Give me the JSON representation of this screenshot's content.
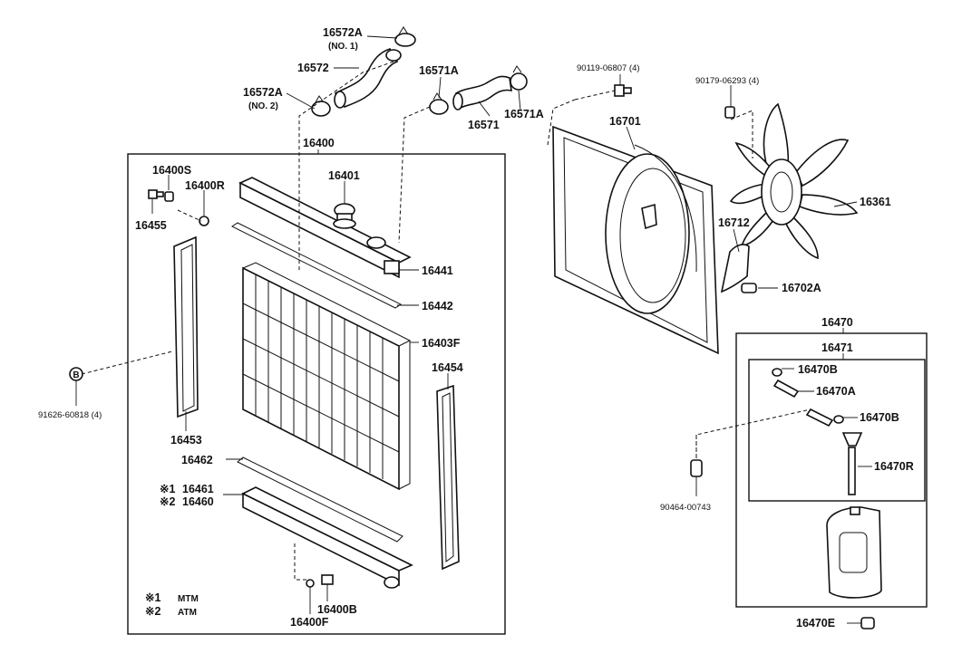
{
  "labels": {
    "p16572A_no1": "16572A",
    "p16572A_no1_note": "(NO. 1)",
    "p16572": "16572",
    "p16572A_no2": "16572A",
    "p16572A_no2_note": "(NO. 2)",
    "p16571A_top": "16571A",
    "p16571": "16571",
    "p16571A_right": "16571A",
    "p90119": "90119-06807 (4)",
    "p90179": "90179-06293 (4)",
    "p16400": "16400",
    "p16701": "16701",
    "p16400S": "16400S",
    "p16401": "16401",
    "p16400R": "16400R",
    "p16455": "16455",
    "p16361": "16361",
    "p16712": "16712",
    "p16441": "16441",
    "p16702A": "16702A",
    "p16442": "16442",
    "p16403F": "16403F",
    "p16470": "16470",
    "p16471": "16471",
    "p16454": "16454",
    "p16470B_1": "16470B",
    "p16470A": "16470A",
    "p16470B_2": "16470B",
    "p91626": "91626-60818 (4)",
    "p16453": "16453",
    "p16462": "16462",
    "p16461": "16461",
    "p16460": "16460",
    "mark1": "※1",
    "mark2": "※2",
    "p16470R": "16470R",
    "p90464": "90464-00743",
    "p16400B": "16400B",
    "p16400F": "16400F",
    "p16470E": "16470E",
    "circle_b": "B"
  },
  "legend": {
    "mark1": "※1",
    "mark1_text": "MTM",
    "mark2": "※2",
    "mark2_text": "ATM"
  }
}
